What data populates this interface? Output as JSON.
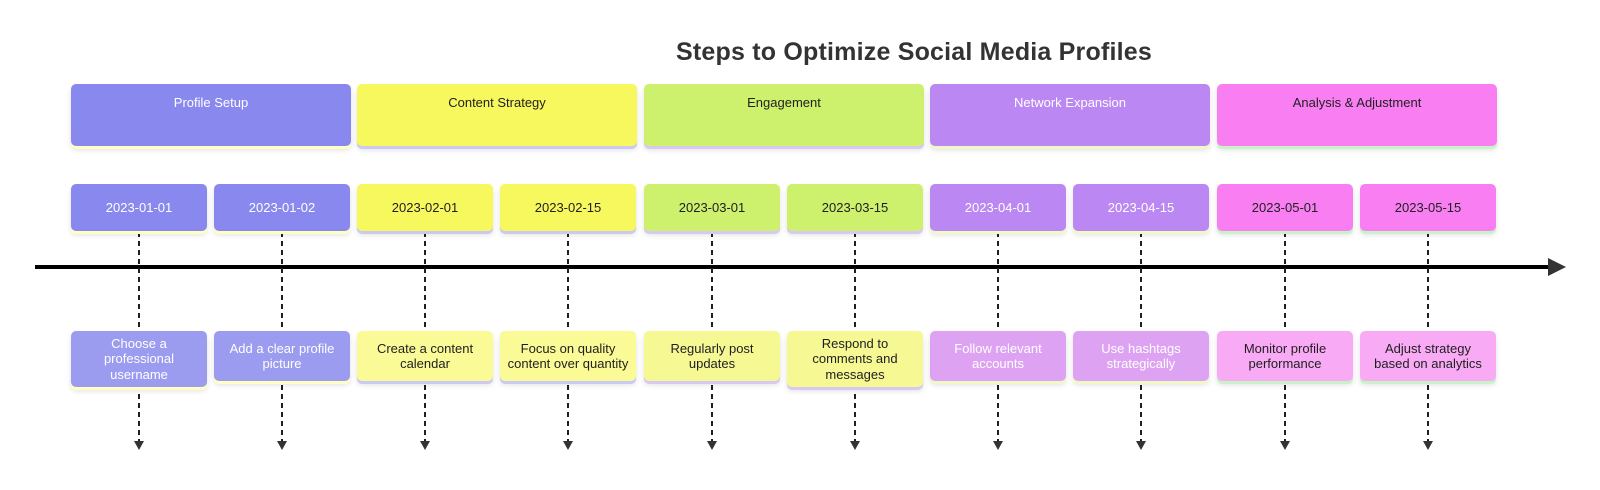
{
  "title": {
    "text": "Steps to Optimize Social Media Profiles",
    "color": "#333333"
  },
  "axis": {
    "line_color": "#000000",
    "arrow_color": "#333333"
  },
  "connector": {
    "line_color": "#1f1f1f",
    "arrow_color": "#333333"
  },
  "sections": [
    {
      "label": "Profile Setup",
      "color": "#8888ee",
      "text_color": "#ffffff",
      "task_color": "#9b9bf0",
      "task_text_color": "#ffffff",
      "shadow_color": "#ffffc2",
      "events": [
        {
          "date": "2023-01-01",
          "task": "Choose a professional username"
        },
        {
          "date": "2023-01-02",
          "task": "Add a clear profile picture"
        }
      ]
    },
    {
      "label": "Content Strategy",
      "color": "#f7f75e",
      "text_color": "#1f1f1f",
      "task_color": "#fafa96",
      "task_text_color": "#1f1f1f",
      "shadow_color": "#c9c9f4",
      "events": [
        {
          "date": "2023-02-01",
          "task": "Create a content calendar"
        },
        {
          "date": "2023-02-15",
          "task": "Focus on quality content over quantity"
        }
      ]
    },
    {
      "label": "Engagement",
      "color": "#cdf06d",
      "text_color": "#1f1f1f",
      "task_color": "#f5f893",
      "task_text_color": "#1f1f1f",
      "shadow_color": "#d7c8f4",
      "events": [
        {
          "date": "2023-03-01",
          "task": "Regularly post updates"
        },
        {
          "date": "2023-03-15",
          "task": "Respond to comments and messages"
        }
      ]
    },
    {
      "label": "Network Expansion",
      "color": "#bb87f2",
      "text_color": "#ffffff",
      "task_color": "#dda3f2",
      "task_text_color": "#ffffff",
      "shadow_color": "#eff8c6",
      "events": [
        {
          "date": "2023-04-01",
          "task": "Follow relevant accounts"
        },
        {
          "date": "2023-04-15",
          "task": "Use hashtags strategically"
        }
      ]
    },
    {
      "label": "Analysis & Adjustment",
      "color": "#f97ef2",
      "text_color": "#1f1f1f",
      "task_color": "#f9aaf4",
      "task_text_color": "#1f1f1f",
      "shadow_color": "#c9f2c9",
      "events": [
        {
          "date": "2023-05-01",
          "task": "Monitor profile performance"
        },
        {
          "date": "2023-05-15",
          "task": "Adjust strategy based on analytics"
        }
      ]
    }
  ]
}
